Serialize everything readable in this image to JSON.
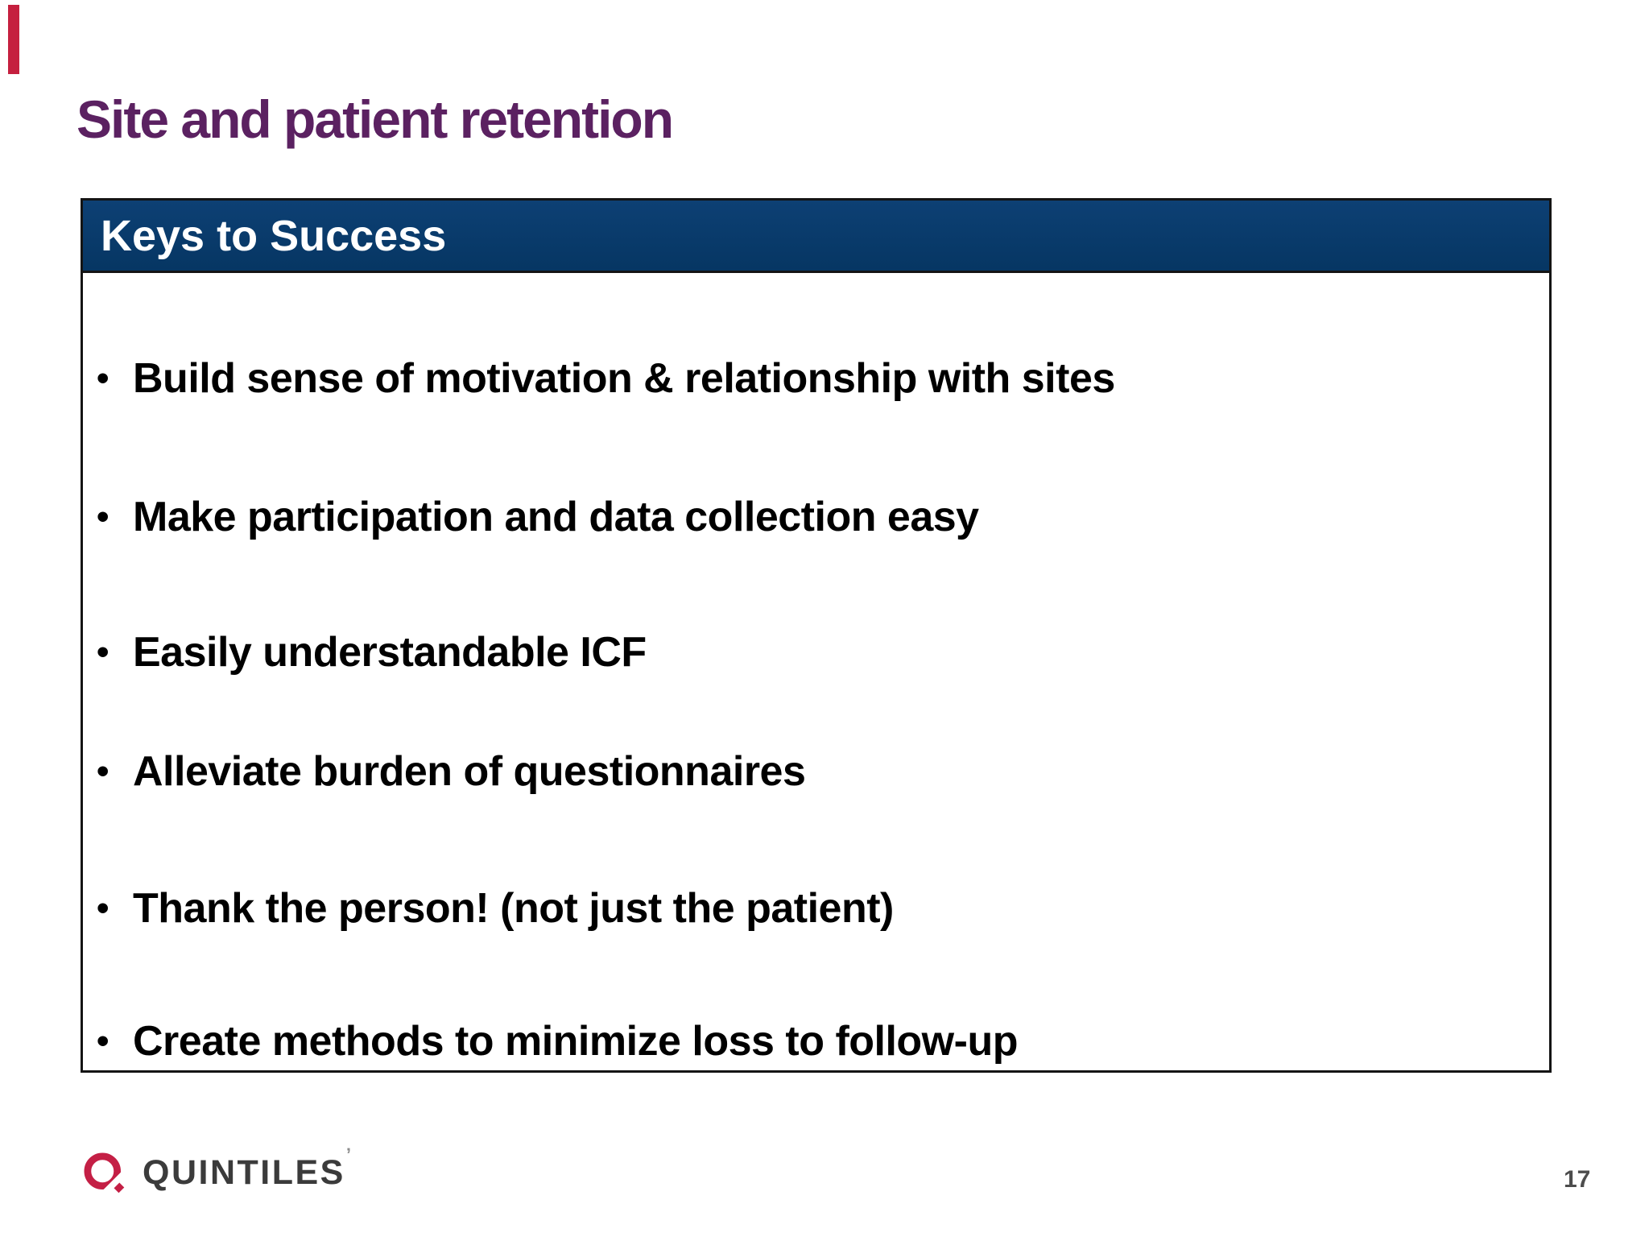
{
  "colors": {
    "title_purple": "#5b2161",
    "header_navy": "#063663",
    "header_navy_light": "#0d4074",
    "border_dark": "#141414",
    "accent_red": "#c5203f",
    "logo_red": "#c41f45",
    "logo_gray": "#3b3b3b",
    "page_gray": "#4d4d4d"
  },
  "slide": {
    "title": "Site and patient retention",
    "page_number": "17"
  },
  "panel": {
    "header": "Keys to Success",
    "bullets": [
      {
        "text": "Build sense of motivation & relationship with sites"
      },
      {
        "text": "Make participation and data collection easy"
      },
      {
        "text": "Easily understandable ICF"
      },
      {
        "text": "Alleviate burden of questionnaires"
      },
      {
        "text": "Thank the person! (not just the patient)"
      },
      {
        "text": "Create methods to minimize loss to follow-up"
      }
    ]
  },
  "footer": {
    "logo_text": "QUINTILES",
    "logo_mark": "ʼ"
  }
}
